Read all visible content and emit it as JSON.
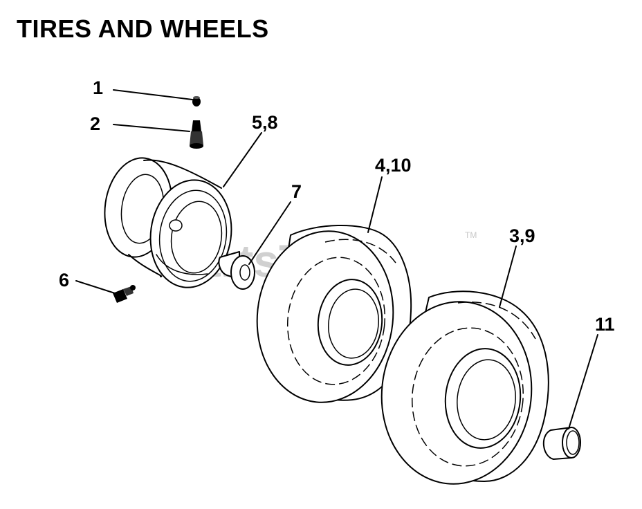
{
  "diagram": {
    "title": "TIRES AND WHEELS",
    "watermark": "PartsTree",
    "trademark": "TM",
    "callouts": [
      "1",
      "2",
      "5,8",
      "4,10",
      "7",
      "3,9",
      "6",
      "11"
    ]
  }
}
